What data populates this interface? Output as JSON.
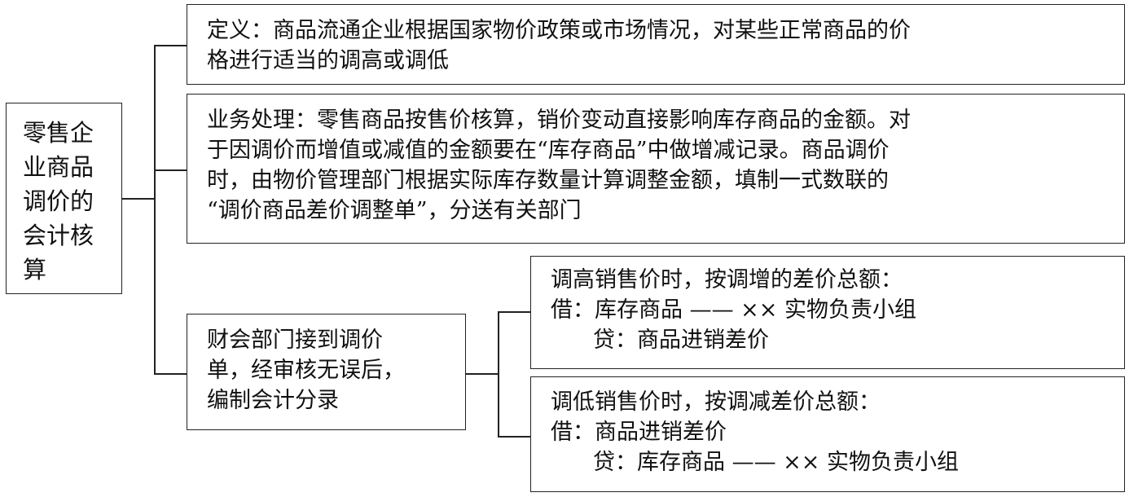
{
  "root": {
    "lines": [
      "零售企",
      "业商品",
      "调价的",
      "会计核",
      "算"
    ]
  },
  "definition": {
    "lines": [
      "定义：商品流通企业根据国家物价政策或市场情况，对某些正常商品的价",
      "格进行适当的调高或调低"
    ]
  },
  "business": {
    "lines": [
      "业务处理：零售商品按售价核算，销价变动直接影响库存商品的金额。对",
      "于因调价而增值或减值的金额要在“库存商品”中做增减记录。商品调价",
      "时，由物价管理部门根据实际库存数量计算调整金额，填制一式数联的",
      "“调价商品差价调整单”，分送有关部门"
    ]
  },
  "finance": {
    "lines": [
      "财会部门接到调价",
      "单，经审核无误后，",
      "编制会计分录"
    ]
  },
  "increase": {
    "lines": [
      "调高销售价时，按调增的差价总额：",
      "借：库存商品 —— ×× 实物负责小组",
      "贷：商品进销差价"
    ]
  },
  "decrease": {
    "lines": [
      "调低销售价时，按调减差价总额：",
      "借：商品进销差价",
      "贷：库存商品 —— ×× 实物负责小组"
    ]
  }
}
